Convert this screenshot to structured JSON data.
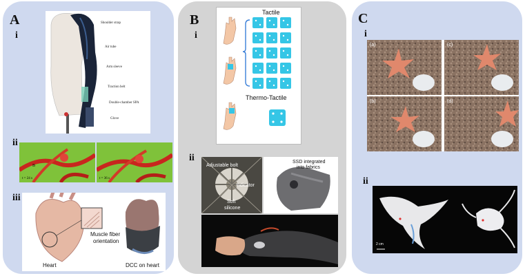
{
  "panels": {
    "a": {
      "letter": "A",
      "i": {
        "label": "i",
        "callouts": [
          "Shoulder strap",
          "Air tube",
          "Arm sleeve",
          "Traction belt",
          "Double-chamber SPA",
          "Glove"
        ]
      },
      "ii": {
        "label": "ii",
        "left_time": "t = 24 s",
        "right_time": "t = 36 s",
        "marker": "B"
      },
      "iii": {
        "label": "iii",
        "caption_heart": "Heart",
        "caption_fiber_1": "Muscle fiber",
        "caption_fiber_2": "orientation",
        "caption_dcc": "DCC on heart"
      }
    },
    "b": {
      "letter": "B",
      "i": {
        "label": "i",
        "tactile_title": "Tactile",
        "thermo_title": "Thermo-Tactile"
      },
      "ii": {
        "label": "ii",
        "callout_bolt": "Adjustable bolt",
        "callout_indicator": "Indicator",
        "callout_soft": "Soft",
        "callout_silicone": "silicone",
        "callout_ssd_1": "SSD integrated",
        "callout_ssd_2": "into fabrics"
      }
    },
    "c": {
      "letter": "C",
      "i": {
        "label": "i",
        "frames": [
          "(a)",
          "(c)",
          "(b)",
          "(d)"
        ]
      },
      "ii": {
        "label": "ii",
        "scale": "2 cm"
      }
    }
  },
  "colors": {
    "panel_blue": "#cfd9ef",
    "panel_grey": "#d4d4d4",
    "tactile_pad": "#35c6e6",
    "bracket": "#3a7fd8"
  }
}
